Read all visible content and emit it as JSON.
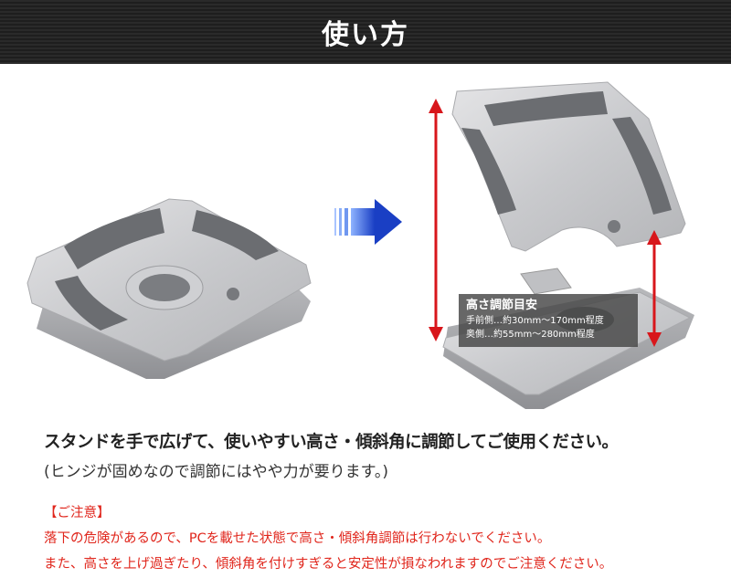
{
  "header": {
    "title": "使い方"
  },
  "height_info": {
    "title": "高さ調節目安",
    "front": "手前側…約30mm〜170mm程度",
    "back": "奥側…約55mm〜280mm程度"
  },
  "description": {
    "main": "スタンドを手で広げて、使いやすい高さ・傾斜角に調節してご使用ください。",
    "sub": "(ヒンジが固めなので調節にはやや力が要ります。)"
  },
  "caution": {
    "title": "【ご注意】",
    "line1": "落下の危険があるので、PCを載せた状態で高さ・傾斜角調節は行わないでください。",
    "line2": "また、高さを上げ過ぎたり、傾斜角を付けすぎると安定性が損なわれますのでご注意ください。"
  },
  "colors": {
    "header_bg": "#242424",
    "arrow_blue": "#1a4fd6",
    "height_arrow": "#d8161b",
    "caution_red": "#e0261c"
  }
}
